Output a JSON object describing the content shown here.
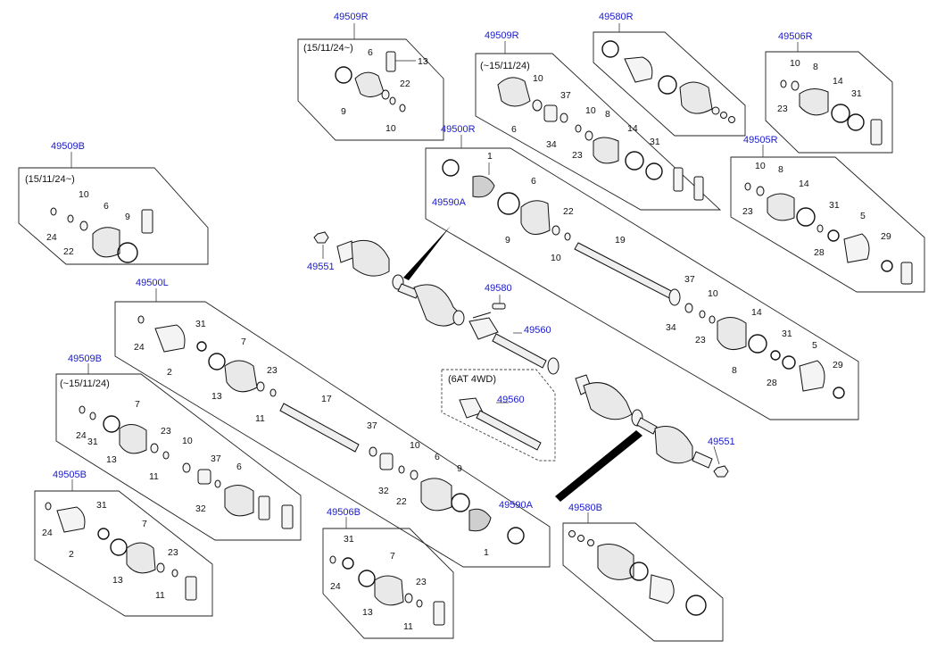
{
  "groups": [
    {
      "id": "g49509R_a",
      "code": "49509R",
      "note": "(15/11/24~)",
      "parts": [
        "6",
        "13",
        "22",
        "9",
        "10"
      ]
    },
    {
      "id": "g49509R_b",
      "code": "49509R",
      "note": "(~15/11/24)",
      "parts": [
        "10",
        "37",
        "6",
        "34",
        "10",
        "8",
        "14",
        "31",
        "23"
      ]
    },
    {
      "id": "g49580R",
      "code": "49580R",
      "parts": []
    },
    {
      "id": "g49506R",
      "code": "49506R",
      "parts": [
        "10",
        "8",
        "14",
        "31",
        "23"
      ]
    },
    {
      "id": "g49509B_a",
      "code": "49509B",
      "note": "(15/11/24~)",
      "parts": [
        "10",
        "6",
        "9",
        "24",
        "22"
      ]
    },
    {
      "id": "g49500R",
      "code": "49500R",
      "parts": [
        "1",
        "6",
        "22",
        "49590A",
        "9",
        "10",
        "19",
        "37",
        "10",
        "34",
        "23",
        "14",
        "31",
        "8",
        "5",
        "28",
        "29"
      ]
    },
    {
      "id": "g49505R",
      "code": "49505R",
      "parts": [
        "10",
        "8",
        "14",
        "31",
        "23",
        "5",
        "28",
        "29"
      ]
    },
    {
      "id": "g49500L",
      "code": "49500L",
      "parts": [
        "24",
        "31",
        "7",
        "23",
        "2",
        "13",
        "11",
        "17",
        "37",
        "10",
        "32",
        "6",
        "9",
        "22",
        "49590A",
        "1"
      ]
    },
    {
      "id": "g49509B_b",
      "code": "49509B",
      "note": "(~15/11/24)",
      "parts": [
        "7",
        "24",
        "31",
        "23",
        "13",
        "11",
        "10",
        "37",
        "6",
        "32"
      ]
    },
    {
      "id": "g49505B",
      "code": "49505B",
      "parts": [
        "31",
        "7",
        "24",
        "23",
        "2",
        "13",
        "11"
      ]
    },
    {
      "id": "g49506B",
      "code": "49506B",
      "parts": [
        "31",
        "7",
        "24",
        "23",
        "13",
        "11"
      ]
    },
    {
      "id": "g49580B",
      "code": "49580B",
      "parts": []
    }
  ],
  "center": {
    "nut_left": "49551",
    "bolt": "49580",
    "shaft": "49560",
    "nut_right": "49551",
    "variant_note": "(6AT 4WD)",
    "variant_shaft": "49560"
  }
}
